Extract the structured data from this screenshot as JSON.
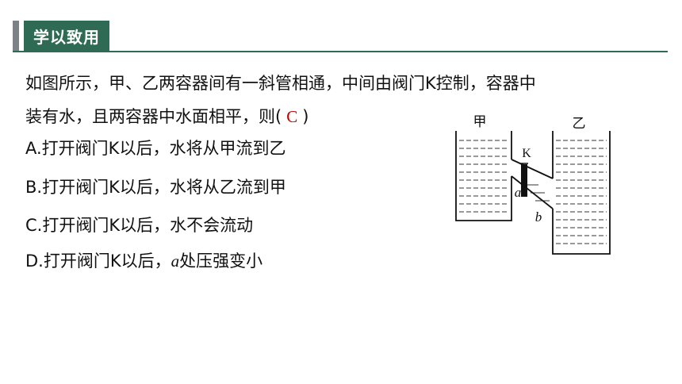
{
  "header": {
    "title": "学以致用"
  },
  "question": {
    "line1": "如图所示，甲、乙两容器间有一斜管相通，中间由阀门K控制，容器中",
    "line2_prefix": "装有水，且两容器中水面相平，则(",
    "answer": "C",
    "line2_suffix": ")"
  },
  "options": [
    {
      "text": "A.打开阀门K以后，水将从甲流到乙"
    },
    {
      "text": "B.打开阀门K以后，水将从乙流到甲"
    },
    {
      "text": "C.打开阀门K以后，水不会流动"
    },
    {
      "prefix": "D.打开阀门K以后，",
      "var": "a",
      "suffix": "处压强变小"
    }
  ],
  "diagram": {
    "left_label": "甲",
    "right_label": "乙",
    "valve_label": "K",
    "point_a": "a",
    "point_b": "b"
  }
}
